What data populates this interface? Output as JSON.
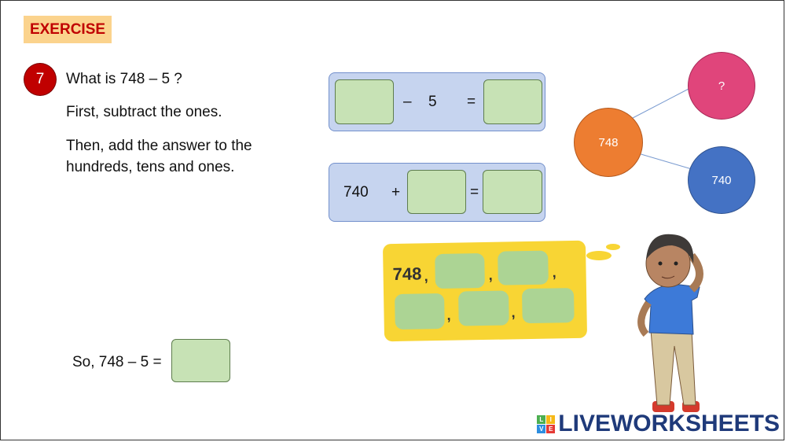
{
  "header": {
    "label": "EXERCISE"
  },
  "question": {
    "number": "7",
    "title": "What is 748 – 5 ?",
    "step1": "First, subtract the ones.",
    "step2": "Then, add the answer to the hundreds, tens and ones."
  },
  "equation1": {
    "minus": "–",
    "operand": "5",
    "equals": "="
  },
  "equation2": {
    "start": "740",
    "plus": "+",
    "equals": "="
  },
  "number_bond": {
    "whole": "748",
    "part_unknown": "?",
    "part_known": "740"
  },
  "count_card": {
    "start": "748",
    "separator": ","
  },
  "conclusion": {
    "text": "So, 748 – 5 ="
  },
  "branding": {
    "logo_text": "LIVEWORKSHEETS",
    "logo_letters": [
      "L",
      "I",
      "V",
      "E"
    ]
  },
  "colors": {
    "accent_red": "#c00000",
    "input_green": "#c7e2b5",
    "panel_blue": "#c6d4ef",
    "orange": "#ed7d31",
    "pink": "#e0457b",
    "blue": "#4472c4",
    "card_yellow": "#f8d534"
  }
}
